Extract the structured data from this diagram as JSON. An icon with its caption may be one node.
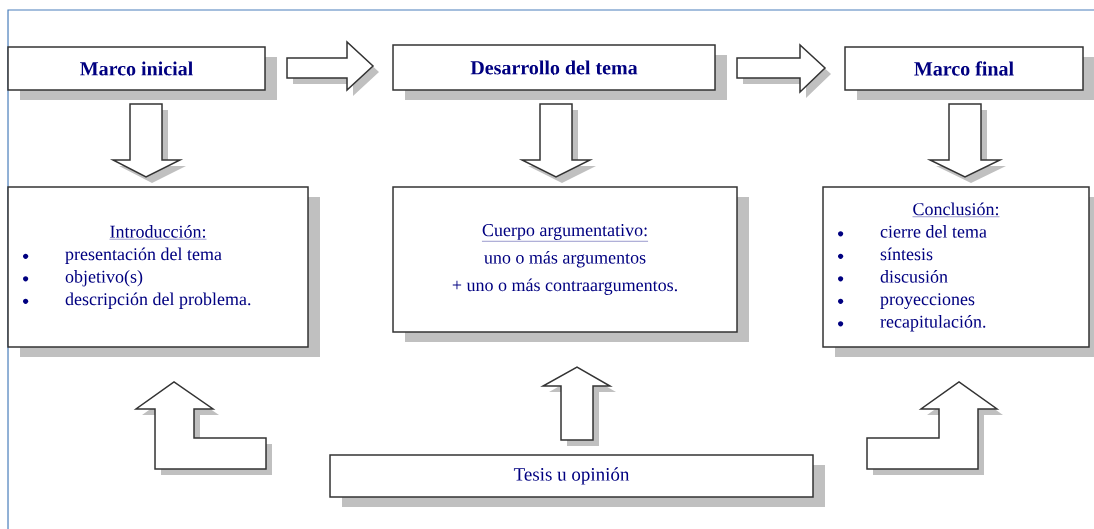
{
  "diagram": {
    "nodes": [
      {
        "text": [
          "Marco inicial"
        ]
      },
      {
        "text": [
          "Desarrollo del tema"
        ]
      },
      {
        "text": [
          "Marco final"
        ]
      },
      {
        "text": [
          "Introducción:",
          "presentación del tema",
          "objetivo(s)",
          "descripción del problema."
        ]
      },
      {
        "text": [
          "Cuerpo argumentativo:",
          "uno o más argumentos",
          "+ uno o más contraargumentos."
        ]
      },
      {
        "text": [
          "Conclusión:",
          "cierre del tema",
          "síntesis",
          "discusión",
          "proyecciones",
          "recapitulación."
        ]
      },
      {
        "text": [
          "Tesis u opinión"
        ]
      }
    ],
    "edges": [
      {
        "from": 0,
        "to": 1,
        "arrow": "to"
      },
      {
        "from": 1,
        "to": 2,
        "arrow": "to"
      },
      {
        "from": 0,
        "to": 3,
        "arrow": "to"
      },
      {
        "from": 1,
        "to": 4,
        "arrow": "to"
      },
      {
        "from": 2,
        "to": 5,
        "arrow": "to"
      },
      {
        "from": 6,
        "to": 3,
        "arrow": "to"
      },
      {
        "from": 6,
        "to": 4,
        "arrow": "to"
      },
      {
        "from": 6,
        "to": 5,
        "arrow": "to"
      }
    ]
  }
}
